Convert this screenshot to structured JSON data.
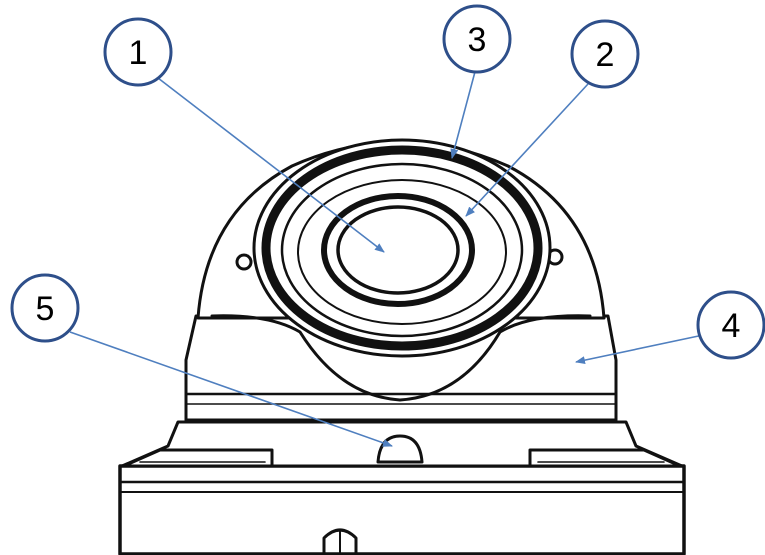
{
  "callouts": [
    {
      "id": "1",
      "label": "1"
    },
    {
      "id": "2",
      "label": "2"
    },
    {
      "id": "3",
      "label": "3"
    },
    {
      "id": "4",
      "label": "4"
    },
    {
      "id": "5",
      "label": "5"
    }
  ],
  "colors": {
    "callout_border": "#2E4F8A",
    "leader_line": "#4F7FBF",
    "ink": "#111111",
    "background": "#FFFFFF"
  }
}
